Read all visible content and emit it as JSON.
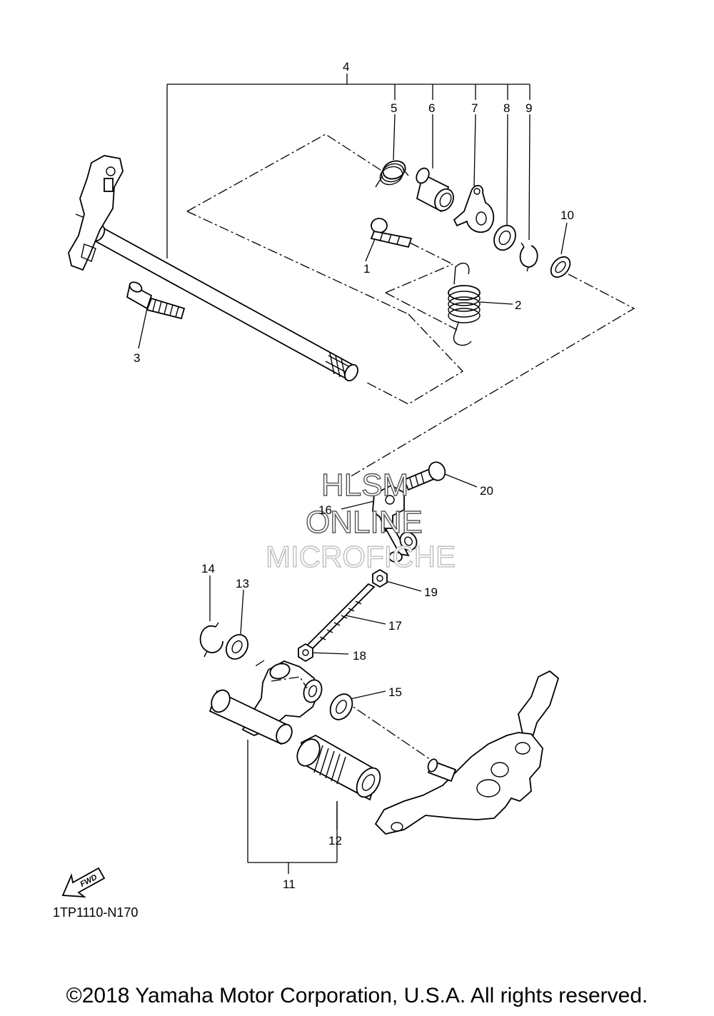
{
  "diagram": {
    "code": "1TP1110-N170",
    "fwd_label": "FWD",
    "copyright": "©2018 Yamaha Motor Corporation, U.S.A. All rights reserved.",
    "watermark": [
      "HLSM",
      "ONLINE",
      "MICROFICHE"
    ],
    "callouts": [
      "1",
      "2",
      "3",
      "4",
      "5",
      "6",
      "7",
      "8",
      "9",
      "10",
      "11",
      "12",
      "13",
      "14",
      "15",
      "16",
      "17",
      "18",
      "19",
      "20"
    ]
  }
}
